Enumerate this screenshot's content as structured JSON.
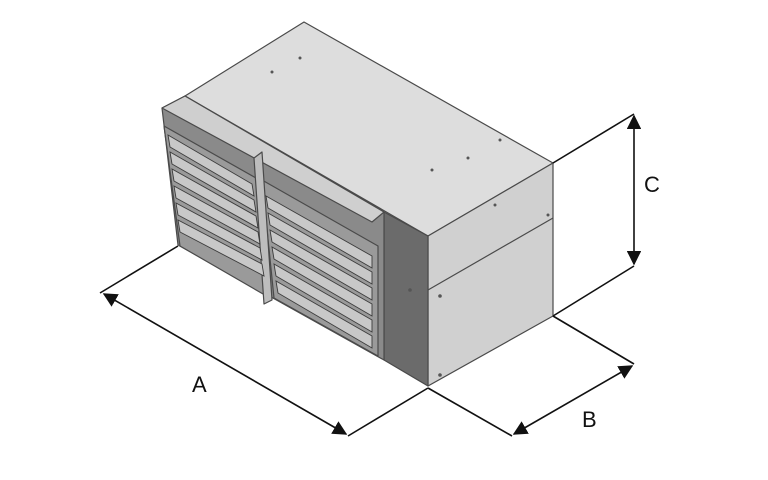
{
  "diagram": {
    "dimensions": {
      "a": "A",
      "b": "B",
      "c": "C"
    },
    "colors": {
      "top_face": "#dcdcdc",
      "side_face": "#cfcfcf",
      "front_dark": "#6e6e6e",
      "louver_light": "#c4c4c4",
      "louver_dark": "#7a7a7a",
      "line": "#111111"
    }
  }
}
